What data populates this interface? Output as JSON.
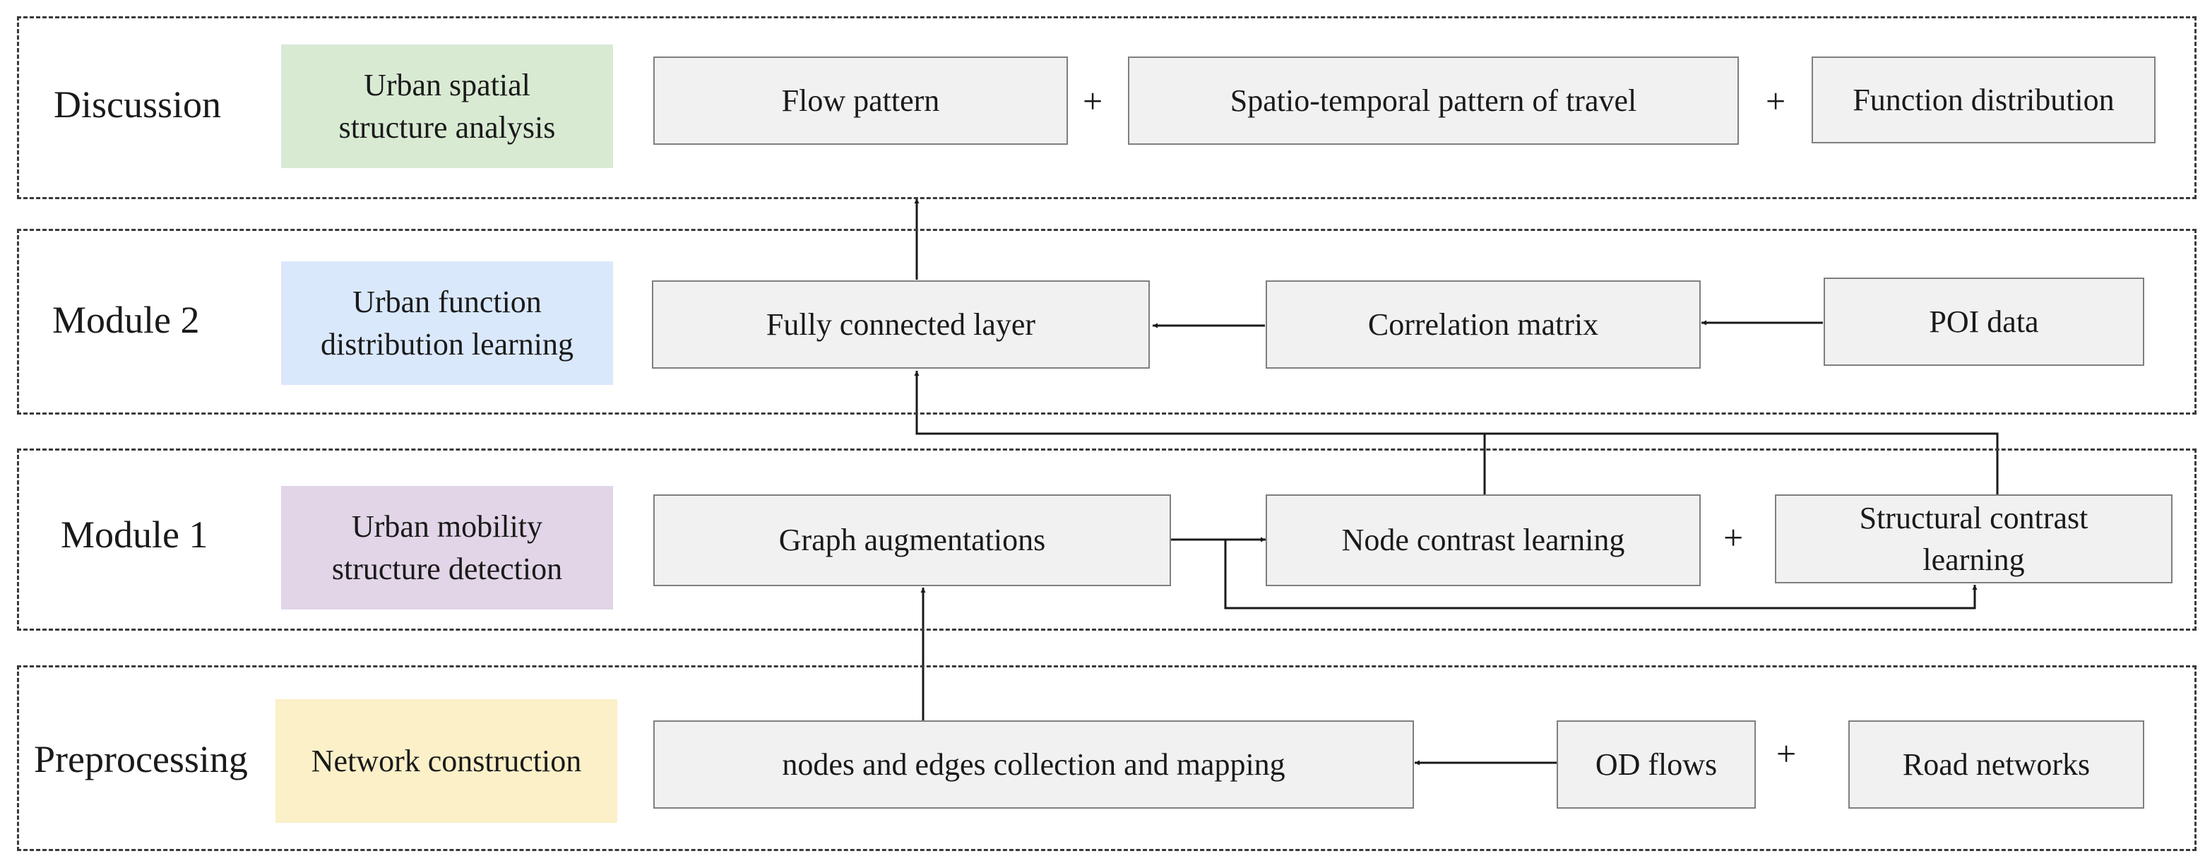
{
  "rows": {
    "discussion": {
      "label": "Discussion",
      "category": "Urban spatial\nstructure analysis",
      "boxes": [
        "Flow pattern",
        "Spatio-temporal pattern of travel",
        "Function distribution"
      ],
      "category_color": "#d9ead3"
    },
    "module2": {
      "label": "Module 2",
      "category": "Urban function\ndistribution learning",
      "boxes": [
        "Fully connected layer",
        "Correlation matrix",
        "POI data"
      ],
      "category_color": "#dae8fc"
    },
    "module1": {
      "label": "Module 1",
      "category": "Urban mobility\nstructure detection",
      "boxes": [
        "Graph augmentations",
        "Node contrast learning",
        "Structural contrast\nlearning"
      ],
      "category_color": "#e1d5e7"
    },
    "preprocessing": {
      "label": "Preprocessing",
      "category": "Network construction",
      "boxes": [
        "nodes and edges collection and mapping",
        "OD flows",
        "Road networks"
      ],
      "category_color": "#fbf0c8"
    }
  },
  "plus_sign": "+"
}
